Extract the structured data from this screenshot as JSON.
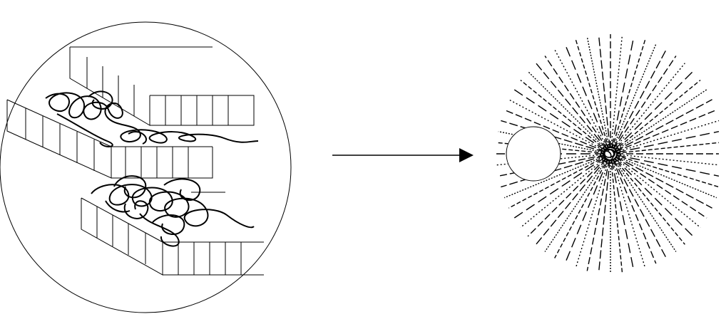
{
  "colors": {
    "stroke": "#000000",
    "background": "#ffffff"
  },
  "diagram": {
    "panels": [
      {
        "id": "magnified-view",
        "shape": "circle",
        "content": "stacked-layers-with-tangled-chains"
      },
      {
        "id": "burst-view",
        "shape": "radial-lines",
        "content": "small-circle-and-dense-core"
      }
    ],
    "connector": {
      "type": "arrow",
      "direction": "right"
    }
  }
}
